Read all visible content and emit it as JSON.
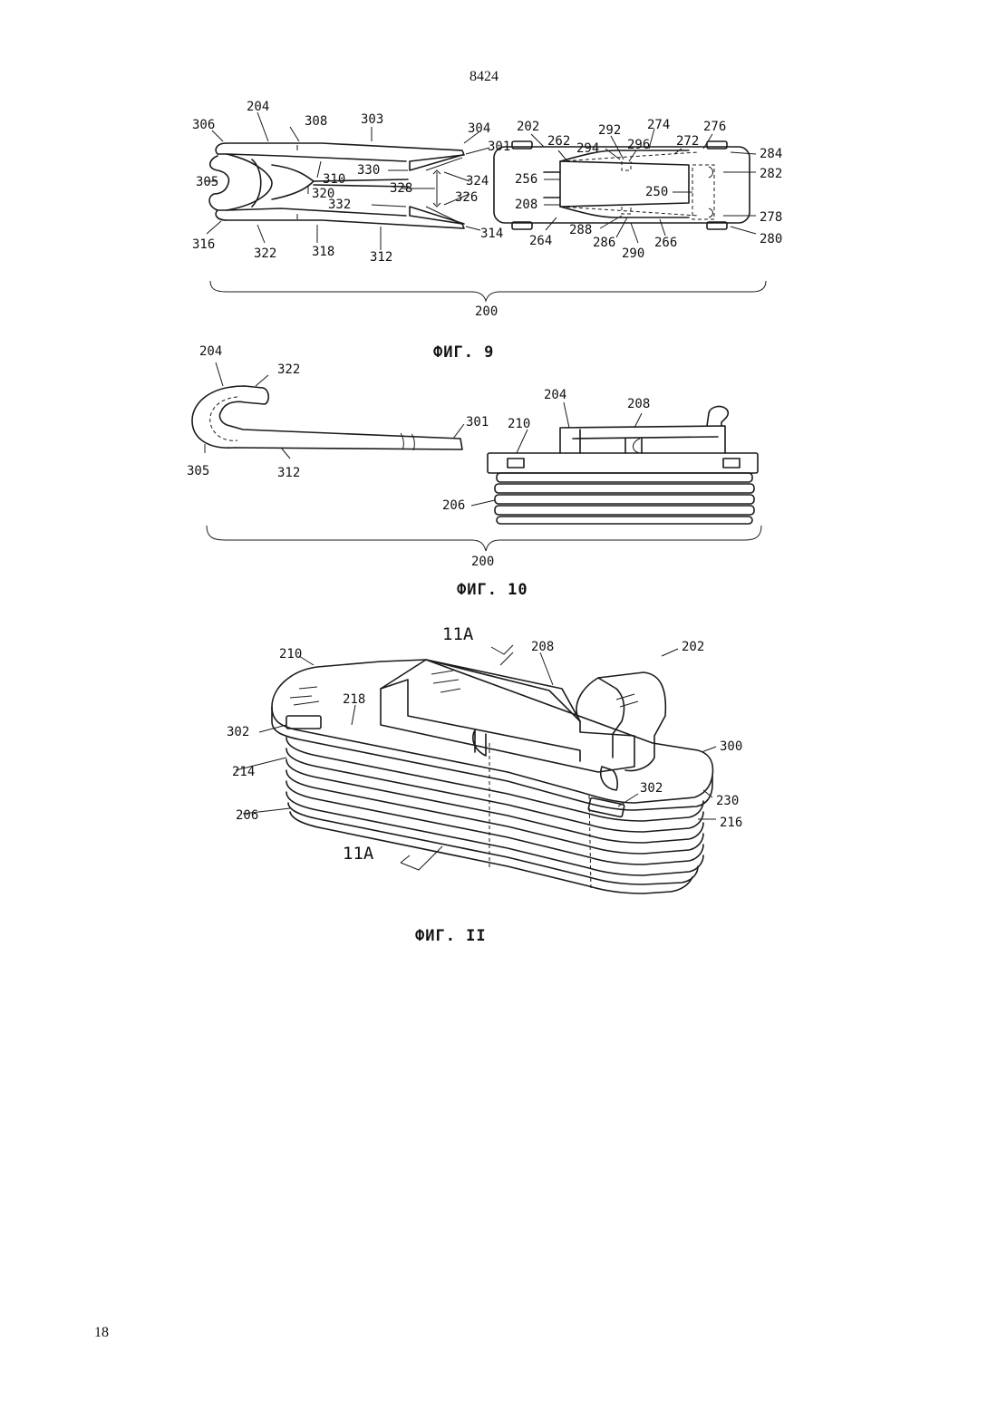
{
  "page": {
    "header_number": "8424",
    "page_number": "18"
  },
  "figures": [
    {
      "caption": "ФИГ. 9",
      "labels": [
        "204",
        "306",
        "308",
        "303",
        "304",
        "301",
        "305",
        "310",
        "330",
        "324",
        "328",
        "320",
        "332",
        "326",
        "316",
        "322",
        "318",
        "312",
        "314",
        "200",
        "202",
        "262",
        "292",
        "274",
        "276",
        "294",
        "296",
        "272",
        "284",
        "256",
        "282",
        "250",
        "208",
        "278",
        "288",
        "264",
        "286",
        "290",
        "266",
        "280"
      ]
    },
    {
      "caption": "ФИГ. 10",
      "labels": [
        "204",
        "322",
        "301",
        "305",
        "312",
        "204",
        "208",
        "210",
        "206",
        "200"
      ]
    },
    {
      "caption": "ФИГ. II",
      "labels": [
        "11A",
        "208",
        "202",
        "210",
        "218",
        "302",
        "300",
        "214",
        "302",
        "230",
        "206",
        "216",
        "11A"
      ]
    }
  ]
}
